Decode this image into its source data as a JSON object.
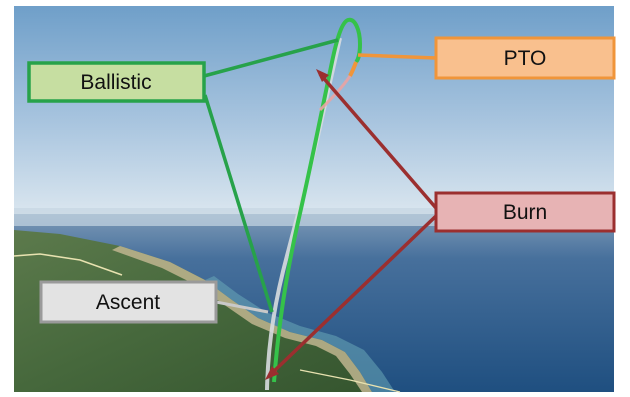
{
  "labels": {
    "ballistic": "Ballistic",
    "pto": "PTO",
    "burn": "Burn",
    "ascent": "Ascent"
  },
  "colors": {
    "ballistic_fill": "#c6dea1",
    "ballistic_stroke": "#27a24a",
    "pto_fill": "#f9c08e",
    "pto_stroke": "#f0953a",
    "burn_fill": "#e7b3b4",
    "burn_stroke": "#9b2f2f",
    "ascent_fill": "#e3e3e3",
    "ascent_stroke": "#9a9a9a",
    "trajectory_green": "#35c24a",
    "trajectory_grey": "#d7dcdf"
  }
}
